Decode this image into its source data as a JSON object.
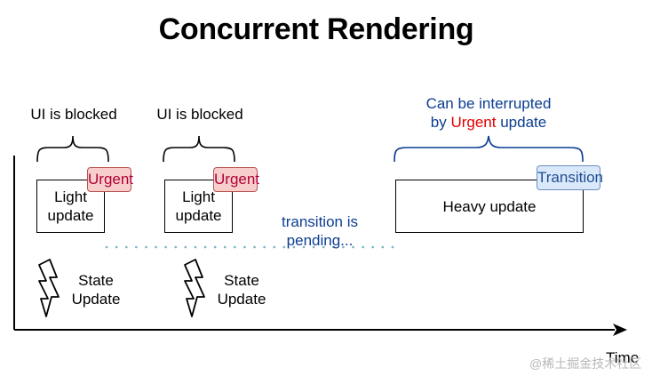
{
  "title": "Concurrent Rendering",
  "blocked_label_1": "UI is blocked",
  "blocked_label_2": "UI is blocked",
  "interrupt_label": {
    "line1": "Can be interrupted",
    "line2_prefix": "by ",
    "line2_highlight": "Urgent",
    "line2_suffix": " update"
  },
  "light_update_1": {
    "line1": "Light",
    "line2": "update"
  },
  "light_update_2": {
    "line1": "Light",
    "line2": "update"
  },
  "urgent_tag_1": "Urgent",
  "urgent_tag_2": "Urgent",
  "heavy_update": "Heavy update",
  "transition_tag": "Transition",
  "pending_label": {
    "line1": "transition is",
    "line2": "pending..."
  },
  "state_update_1": {
    "line1": "State",
    "line2": "Update"
  },
  "state_update_2": {
    "line1": "State",
    "line2": "Update"
  },
  "axis_label": "Time",
  "watermark": "@稀土掘金技术社区",
  "colors": {
    "urgent_fill": "#f8cecc",
    "urgent_stroke": "#b85450",
    "transition_fill": "#dae8fc",
    "transition_stroke": "#6c8ebf",
    "blue_text": "#0b3d91",
    "highlight_red": "#e00000",
    "dots": "#7fb3c6"
  }
}
